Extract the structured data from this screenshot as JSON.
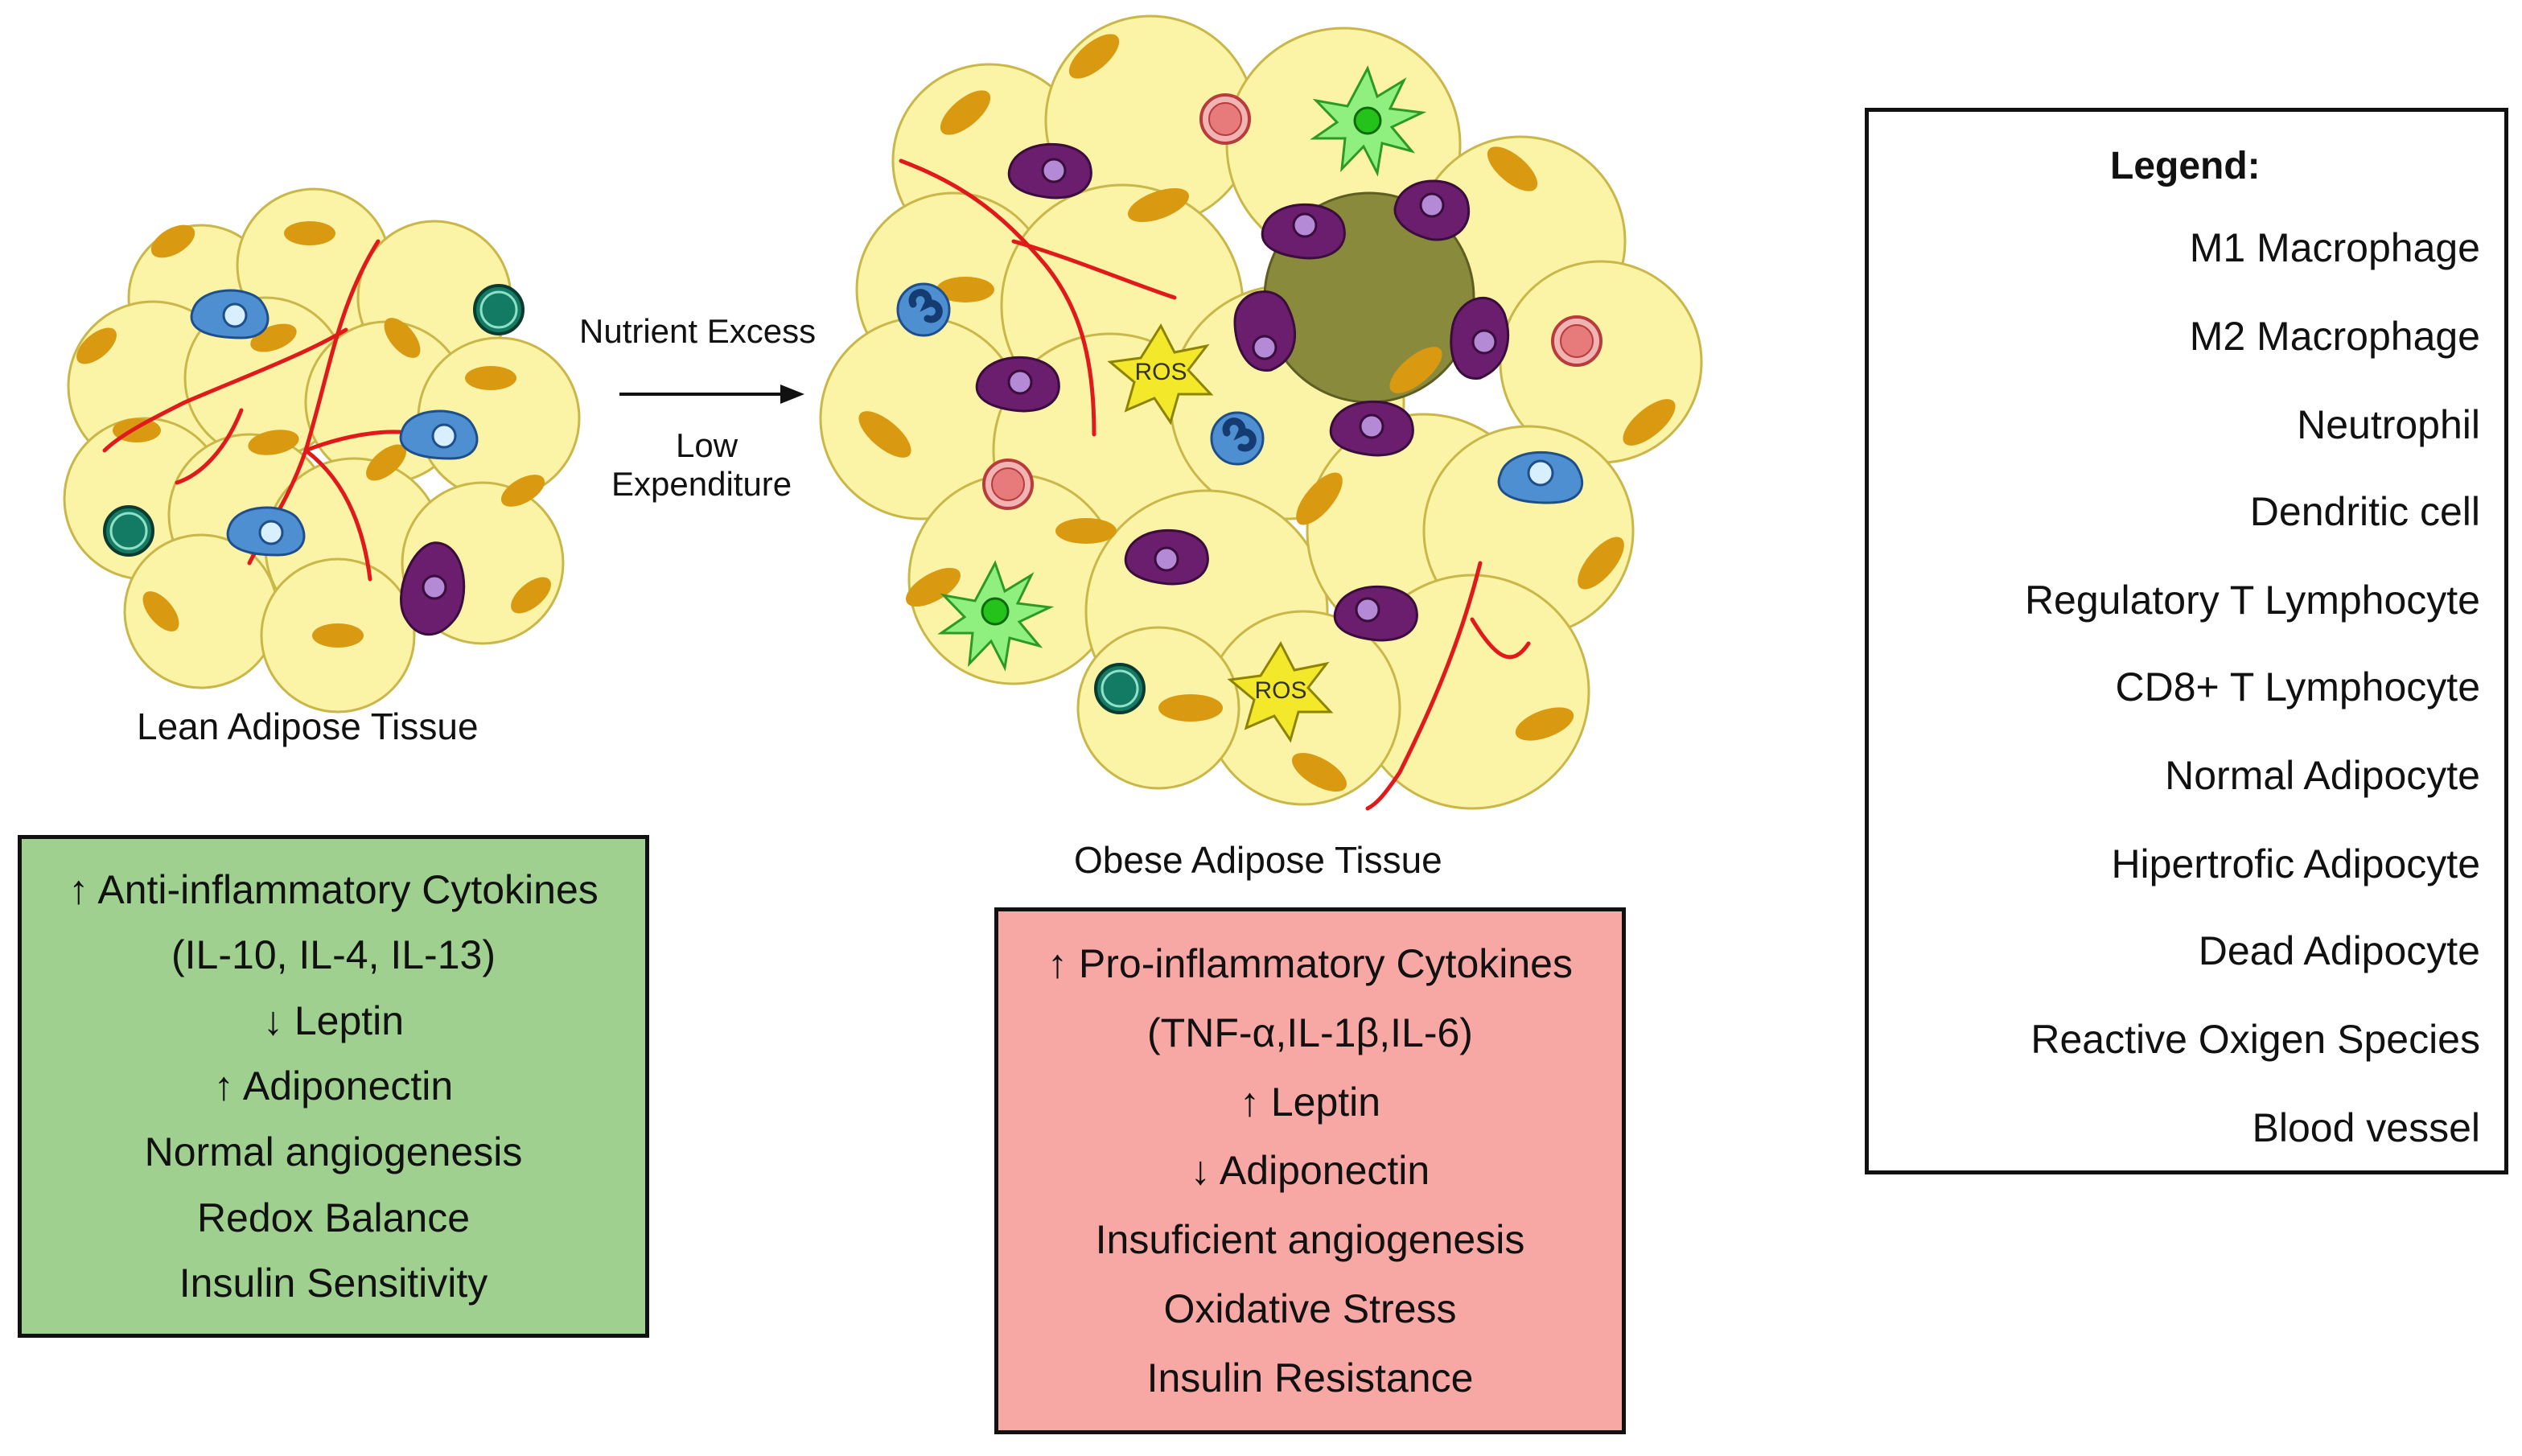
{
  "tissues": {
    "lean_label": "Lean Adipose Tissue",
    "obese_label": "Obese Adipose Tissue"
  },
  "arrow": {
    "top_label": "Nutrient Excess",
    "bottom_label_1": "Low",
    "bottom_label_2": "Expenditure"
  },
  "lean_box": {
    "lines": [
      "↑ Anti-inflammatory Cytokines",
      "(IL-10, IL-4, IL-13)",
      "↓ Leptin",
      "↑ Adiponectin",
      "Normal angiogenesis",
      "Redox Balance",
      "Insulin Sensitivity"
    ]
  },
  "obese_box": {
    "lines": [
      "↑ Pro-inflammatory Cytokines",
      "(TNF-α,IL-1β,IL-6)",
      "↑ Leptin",
      "↓ Adiponectin",
      "Insuficient angiogenesis",
      "Oxidative Stress",
      "Insulin Resistance"
    ]
  },
  "ros_label": "ROS",
  "legend": {
    "title": "Legend:",
    "items": [
      "M1 Macrophage",
      "M2 Macrophage",
      "Neutrophil",
      "Dendritic cell",
      "Regulatory T Lymphocyte",
      "CD8+ T Lymphocyte",
      "Normal Adipocyte",
      "Hipertrofic Adipocyte",
      "Dead Adipocyte",
      "Reactive Oxigen Species",
      "Blood vessel"
    ]
  },
  "colors": {
    "adipocyte": "#fbf3a6",
    "adipocyte_stroke": "#c9b74a",
    "nucleus": "#d99a12",
    "m1": "#6b1d6e",
    "m2": "#4d8fd0",
    "dead": "#8a8a3c",
    "treg": "#137a63",
    "cd8": "#e77a7a",
    "dendritic": "#43c83a",
    "ros": "#f3e829",
    "vessel": "#e01a1a",
    "green_box": "#9fd08f",
    "red_box": "#f7a8a4"
  }
}
